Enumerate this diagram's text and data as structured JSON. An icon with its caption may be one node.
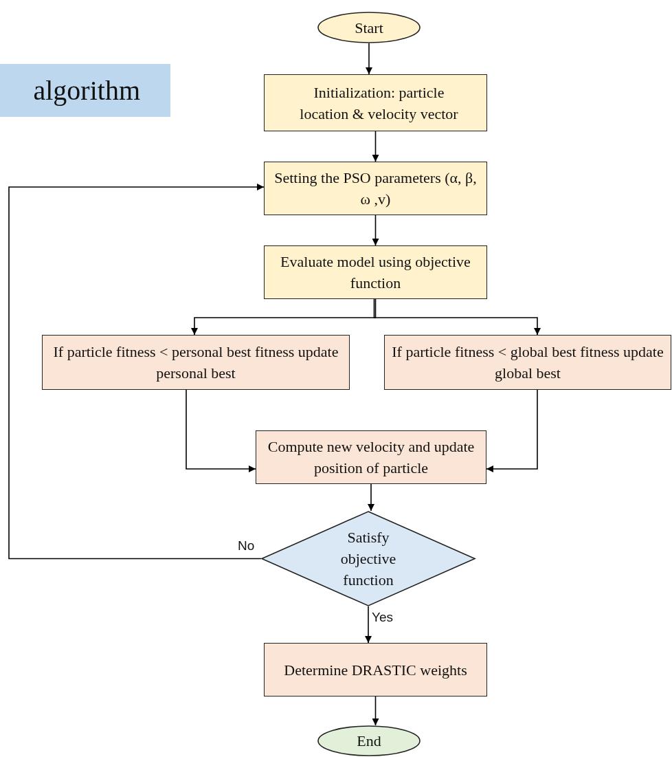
{
  "diagram": {
    "title": "algorithm",
    "nodes": [
      {
        "text": [
          "Start"
        ]
      },
      {
        "text": [
          "Initialization: particle location & velocity vector"
        ]
      },
      {
        "text": [
          "Setting the PSO parameters (α, β, ω ,v)"
        ]
      },
      {
        "text": [
          "Evaluate model using objective function"
        ]
      },
      {
        "text": [
          "If particle fitness < personal best fitness update personal best"
        ]
      },
      {
        "text": [
          "If particle fitness < global best fitness update global best"
        ]
      },
      {
        "text": [
          "Compute new velocity and update position of particle"
        ]
      },
      {
        "text": [
          "Satisfy objective function"
        ]
      },
      {
        "text": [
          "Determine DRASTIC weights"
        ]
      },
      {
        "text": [
          "End"
        ]
      }
    ],
    "edges": [
      {
        "from": 0,
        "to": 1,
        "arrow": "to"
      },
      {
        "from": 1,
        "to": 2,
        "arrow": "to"
      },
      {
        "from": 2,
        "to": 3,
        "arrow": "to"
      },
      {
        "from": 3,
        "to": 4,
        "arrow": "to"
      },
      {
        "from": 3,
        "to": 5,
        "arrow": "to"
      },
      {
        "from": 4,
        "to": 6,
        "arrow": "to"
      },
      {
        "from": 5,
        "to": 6,
        "arrow": "to"
      },
      {
        "from": 6,
        "to": 7,
        "arrow": "to"
      },
      {
        "from": 7,
        "to": 2,
        "arrow": "to",
        "label": "No"
      },
      {
        "from": 7,
        "to": 8,
        "arrow": "to",
        "label": "Yes"
      },
      {
        "from": 8,
        "to": 9,
        "arrow": "to"
      }
    ]
  }
}
